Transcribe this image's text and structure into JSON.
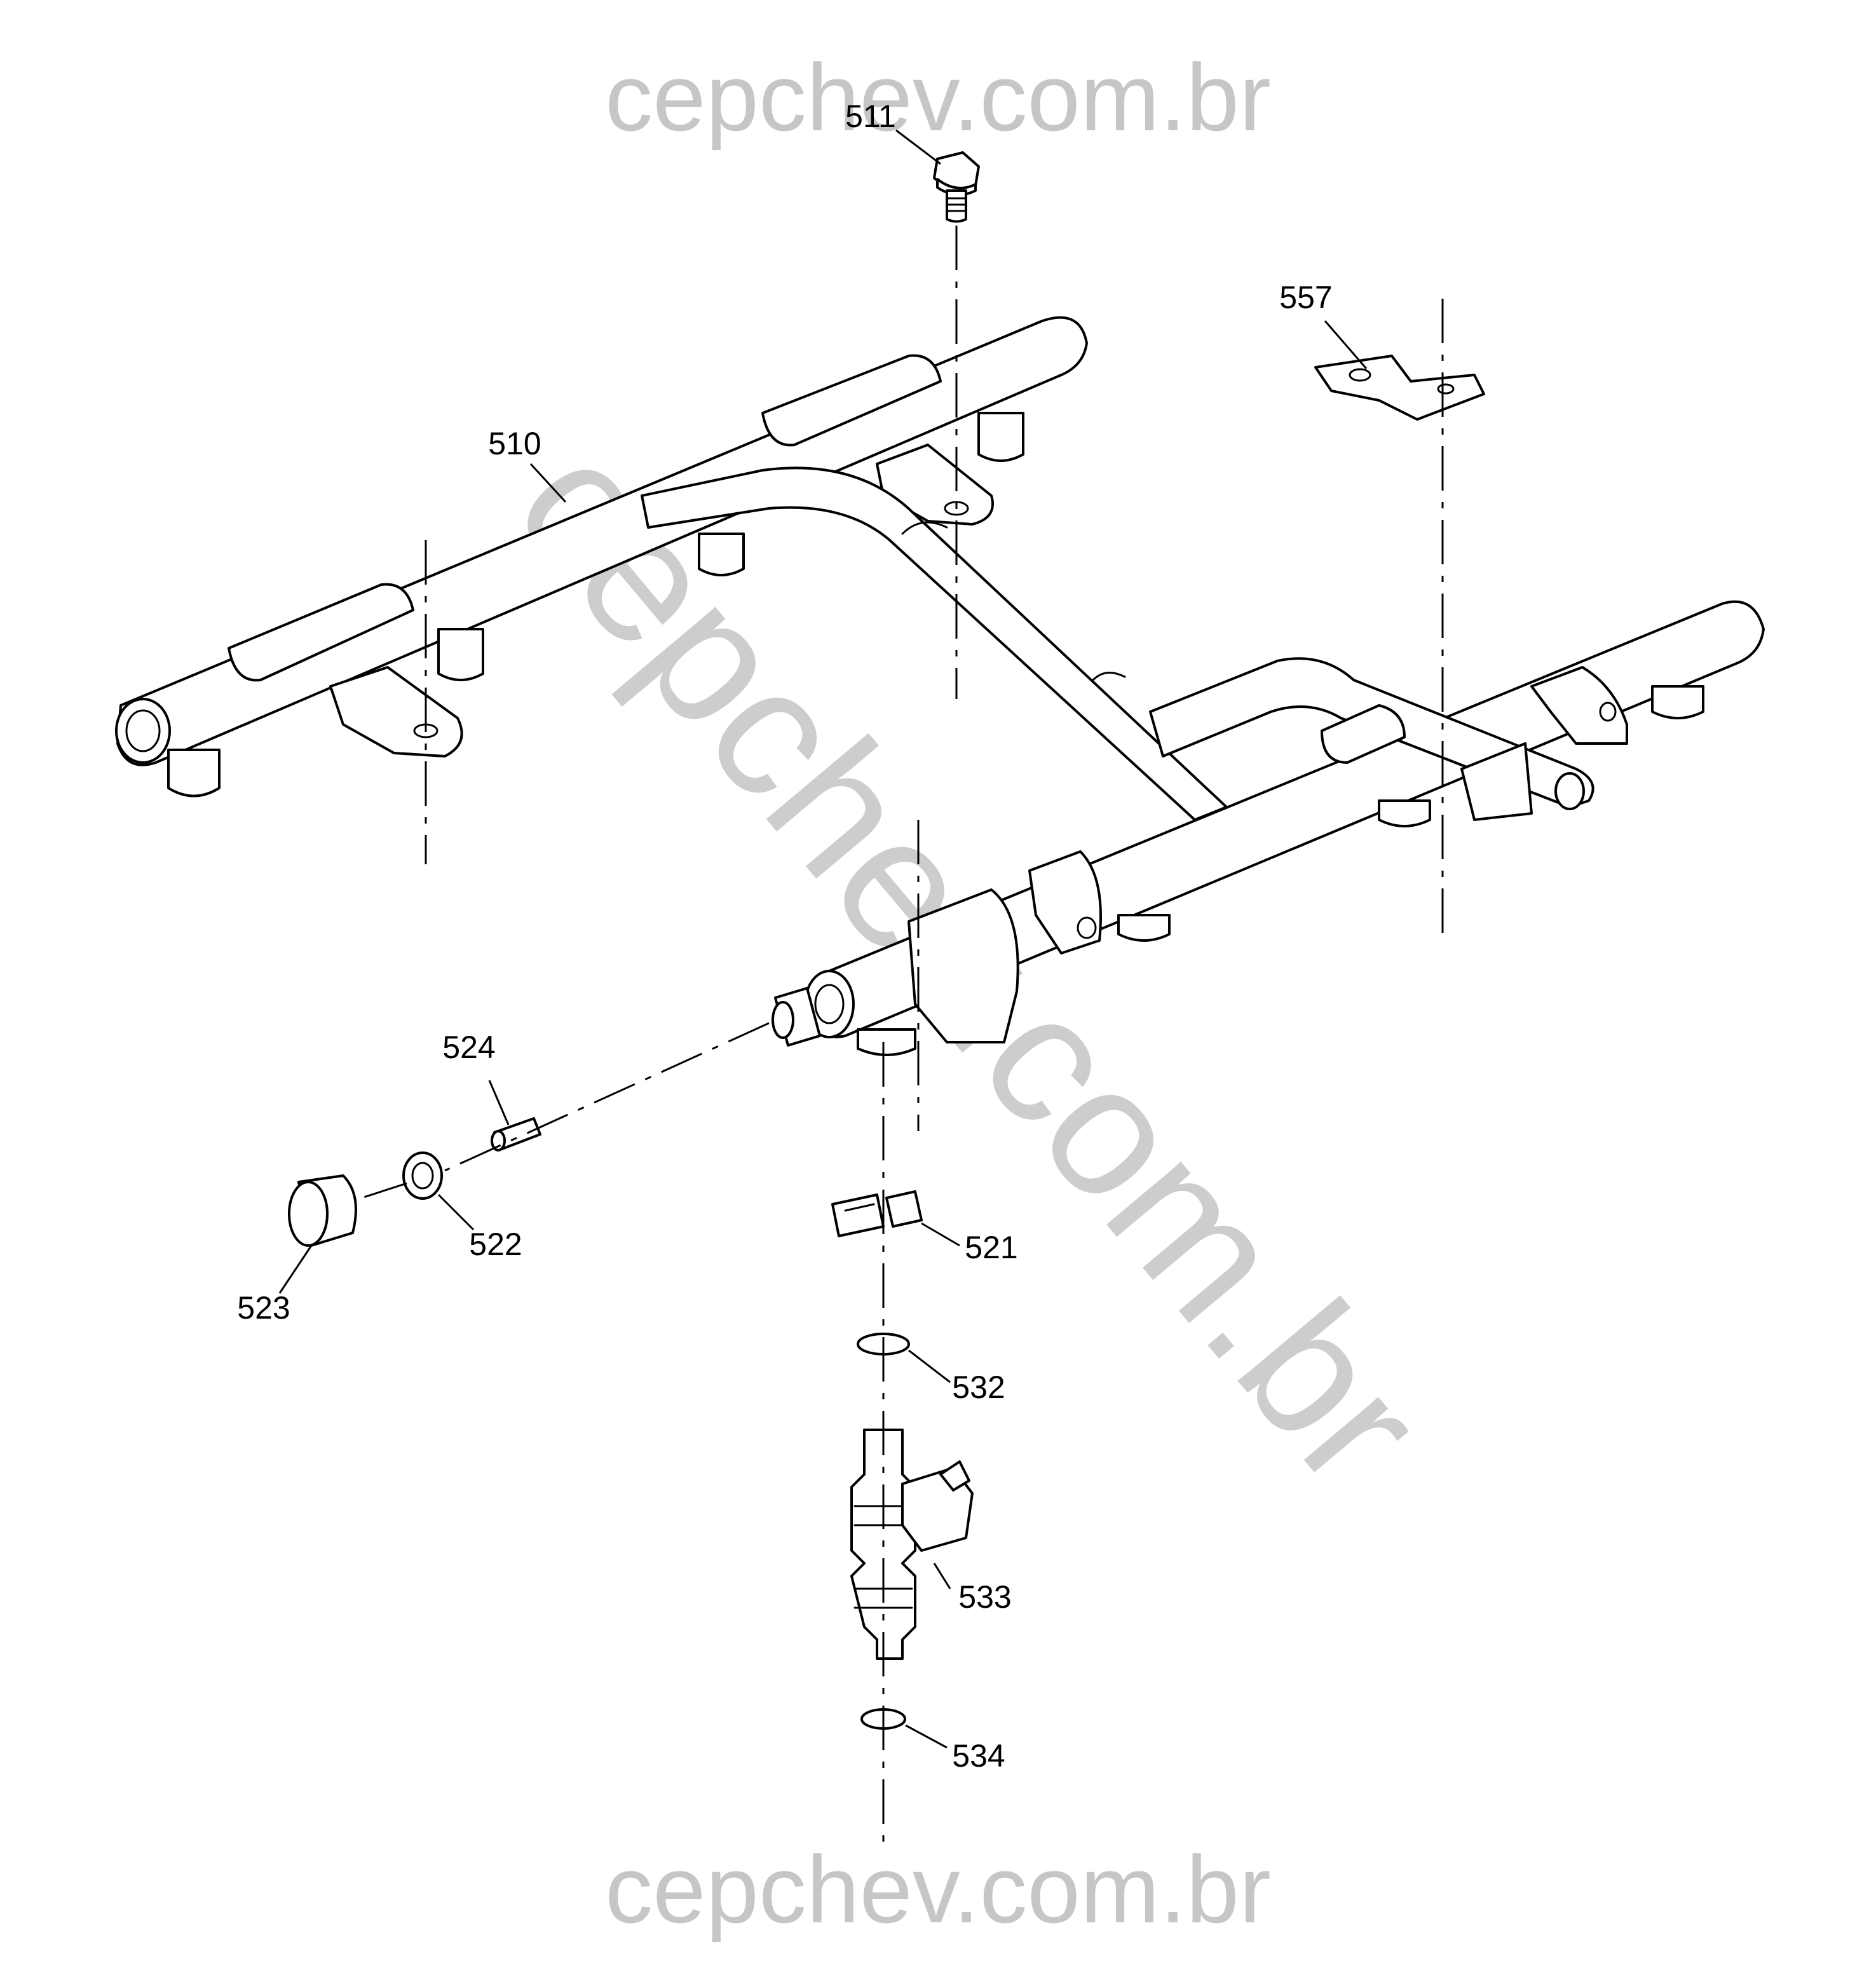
{
  "watermark": {
    "top": "cepchev.com.br",
    "diagonal": "cepchev.com.br",
    "bottom": "cepchev.com.br"
  },
  "callouts": {
    "c510": "510",
    "c511": "511",
    "c521": "521",
    "c522": "522",
    "c523": "523",
    "c524": "524",
    "c532": "532",
    "c533": "533",
    "c534": "534",
    "c557": "557"
  }
}
